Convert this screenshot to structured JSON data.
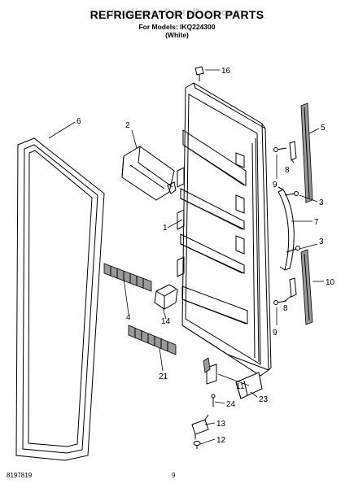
{
  "header": {
    "watermark": "AppliancePartsPros.com",
    "title": "REFRIGERATOR DOOR PARTS",
    "models_line": "For Models: IKQ224300",
    "color_line": "(White)"
  },
  "footer": {
    "doc_number": "8197819",
    "page_number": "9"
  },
  "callouts": {
    "c1": "1",
    "c2": "2",
    "c3a": "3",
    "c3b": "3",
    "c4": "4",
    "c5": "5",
    "c6": "6",
    "c7": "7",
    "c8a": "8",
    "c8b": "8",
    "c9a": "9",
    "c9b": "9",
    "c10": "10",
    "c11": "11",
    "c12": "12",
    "c13": "13",
    "c14": "14",
    "c16": "16",
    "c21": "21",
    "c23": "23",
    "c24": "24"
  }
}
